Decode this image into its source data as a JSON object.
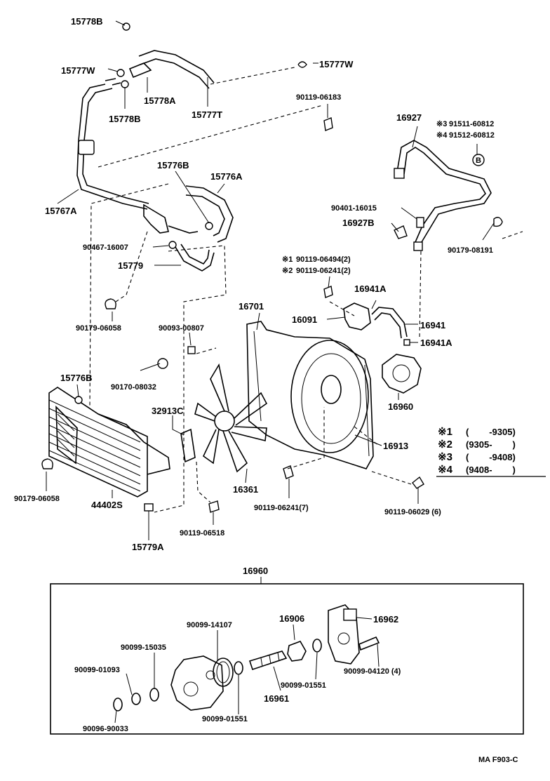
{
  "labels": {
    "p15778B_top": "15778B",
    "p15777W_left": "15777W",
    "p15777W_right": "15777W",
    "p15778A": "15778A",
    "p15778B_low": "15778B",
    "p15777T": "15777T",
    "p90119_06183": "90119-06183",
    "p15767A": "15767A",
    "p15776B_top": "15776B",
    "p15776A": "15776A",
    "p90467_16007": "90467-16007",
    "p15779": "15779",
    "p90179_06058_a": "90179-06058",
    "p90093_00807": "90093-00807",
    "p16701": "16701",
    "p16091": "16091",
    "p16941A_top": "16941A",
    "p16941": "16941",
    "p16941A_low": "16941A",
    "p16960_side": "16960",
    "p16927": "16927",
    "p91511_60812": "91511-60812",
    "p91512_60812": "91512-60812",
    "p90401_16015": "90401-16015",
    "p16927B": "16927B",
    "p90179_08191": "90179-08191",
    "p90119_06494": "90119-06494(2)",
    "p90119_06241_2": "90119-06241(2)",
    "p15776B_low": "15776B",
    "p90170_08032": "90170-08032",
    "p32913C": "32913C",
    "p16913": "16913",
    "p90179_06058_b": "90179-06058",
    "p44402S": "44402S",
    "p15779A": "15779A",
    "p90119_06518": "90119-06518",
    "p16361": "16361",
    "p90119_06241_7": "90119-06241(7)",
    "p90119_06029": "90119-06029 (6)",
    "p16960_box": "16960",
    "p90099_14107": "90099-14107",
    "p16906": "16906",
    "p16962": "16962",
    "p90099_15035": "90099-15035",
    "p90099_01093": "90099-01093",
    "p90099_04120": "90099-04120 (4)",
    "p16961": "16961",
    "p90099_01551_a": "90099-01551",
    "p90099_01551_b": "90099-01551",
    "p90096_90033": "90096-90033",
    "circle_b": "B",
    "mark1": "※1",
    "mark2": "※2",
    "mark3": "※3",
    "mark4": "※4"
  },
  "legend": [
    {
      "mark": "※1",
      "range": "(        -9305)"
    },
    {
      "mark": "※2",
      "range": "(9305-        )"
    },
    {
      "mark": "※3",
      "range": "(        -9408)"
    },
    {
      "mark": "※4",
      "range": "(9408-        )"
    }
  ],
  "footer": {
    "code": "MA F903-C"
  }
}
